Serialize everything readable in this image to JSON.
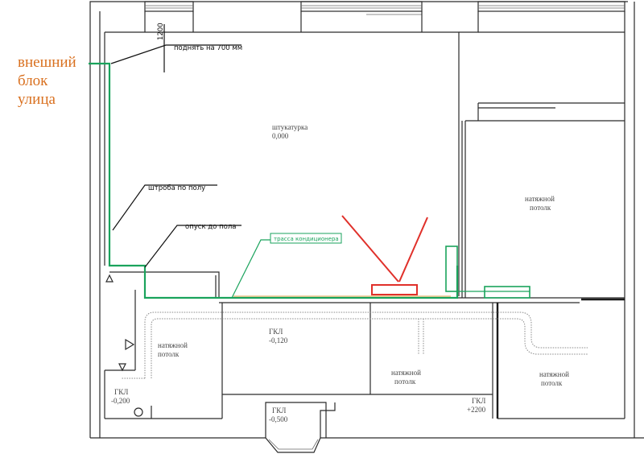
{
  "annotations": {
    "outdoor_unit": [
      "внешний",
      "блок",
      "улица"
    ],
    "raise": "поднять на 700 мм",
    "floor_channel": "штроба по полу",
    "down_to_floor": "опуск до пола",
    "ac_route": "трасса кондиционера",
    "dimension_1200": "1200"
  },
  "rooms": {
    "main_finish": "штукатурка",
    "main_level": "0,000",
    "right_top_ceiling": [
      "натяжной",
      "потолк"
    ],
    "left_ceiling": [
      "натяжной",
      "потолк"
    ],
    "gkl_mid": "ГКЛ",
    "gkl_mid_level": "-0,120",
    "center_ceiling": [
      "натяжной",
      "потолк"
    ],
    "right_bottom_ceiling": [
      "натяжной",
      "потолк"
    ],
    "gkl_left": "ГКЛ",
    "gkl_left_level": "-0,200",
    "gkl_bottom": "ГКЛ",
    "gkl_bottom_level": "-0,500",
    "gkl_right": "ГКЛ",
    "gkl_right_level": "+2200"
  },
  "colors": {
    "route": "#1aa35c",
    "outdoor_label": "#d9701f",
    "indoor_unit_marker": "#e0302a"
  }
}
